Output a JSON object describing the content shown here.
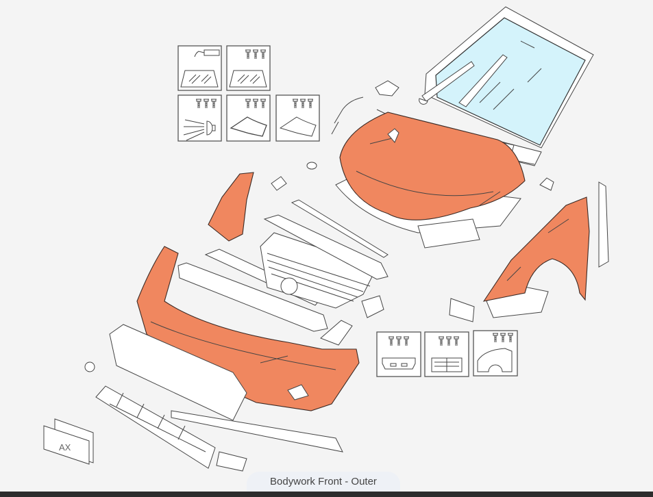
{
  "diagram": {
    "title": "Bodywork Front - Outer",
    "highlight_color": "#f0875f",
    "glass_color": "#d4f3fb",
    "plate_text": "AX",
    "parts": [
      "windscreen",
      "wiper-arm",
      "hood",
      "left-fender-liner",
      "right-fender",
      "front-bumper",
      "radiator-grille",
      "bumper-reinforcement",
      "lower-grille",
      "license-plate",
      "fog-light-cover",
      "washer-nozzle",
      "hood-seal",
      "cowl-panel"
    ],
    "kits": [
      "windscreen-adhesive-kit",
      "windscreen-clips-kit",
      "headlamp-clips-kit",
      "hood-clips-kit",
      "fender-clips-kit",
      "bumper-clips-kit",
      "grille-clips-kit",
      "wing-clips-kit"
    ]
  }
}
